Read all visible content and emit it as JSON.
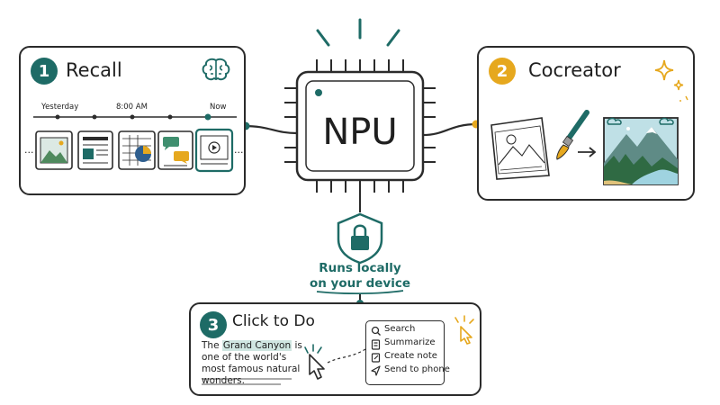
{
  "colors": {
    "teal": "#1e6b66",
    "gold": "#e6a81e",
    "ink": "#2b2b2b"
  },
  "npu": {
    "label": "NPU"
  },
  "local": {
    "line1": "Runs locally",
    "line2": "on your device",
    "icon": "lock-shield-icon"
  },
  "recall": {
    "number": "1",
    "title": "Recall",
    "icon": "brain-icon",
    "timeline": {
      "start": "Yesterday",
      "mid": "8:00 AM",
      "end": "Now"
    },
    "ellipsis": "..."
  },
  "cocreator": {
    "number": "2",
    "title": "Cocreator",
    "icon": "sparkle-icon"
  },
  "clicktodo": {
    "number": "3",
    "title": "Click to Do",
    "text_before": "The ",
    "highlight": "Grand Canyon",
    "text_after": " is one of the world's most famous natural wonders.",
    "menu": [
      {
        "label": "Search",
        "icon": "search-icon"
      },
      {
        "label": "Summarize",
        "icon": "summarize-icon"
      },
      {
        "label": "Create note",
        "icon": "note-icon"
      },
      {
        "label": "Send to phone",
        "icon": "send-icon"
      }
    ]
  }
}
